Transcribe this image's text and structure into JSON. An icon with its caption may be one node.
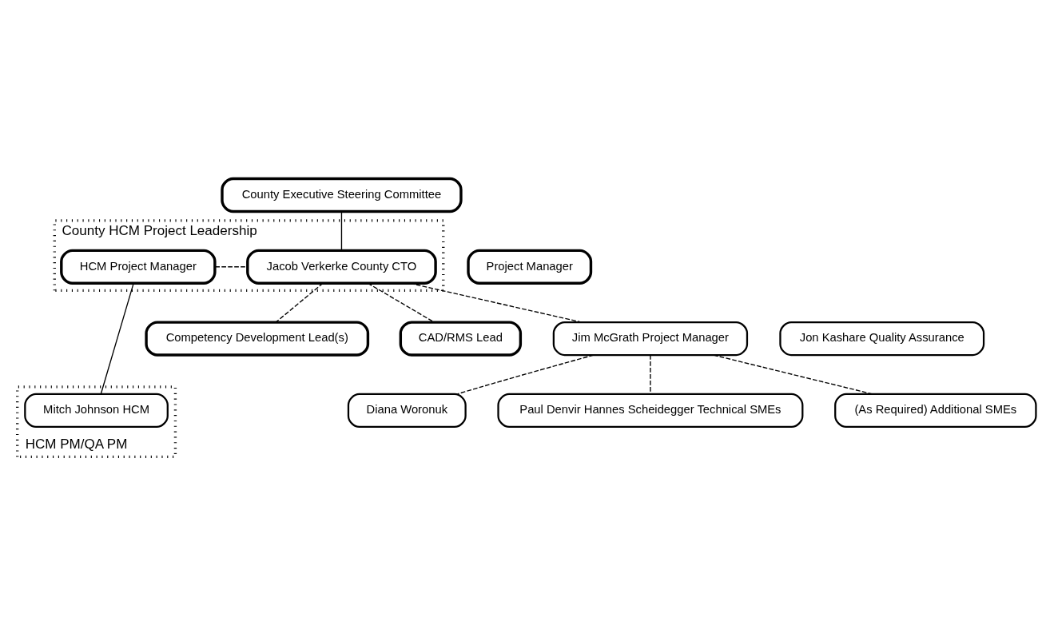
{
  "diagram": {
    "nodes": [
      {
        "text": [
          "County Executive Steering Committee"
        ]
      },
      {
        "text": [
          "County HCM Project Leadership"
        ]
      },
      {
        "text": [
          "HCM Project Manager"
        ],
        "in": 1
      },
      {
        "text": [
          "Jacob Verkerke County CTO"
        ],
        "in": 1
      },
      {
        "text": [
          "Project Manager"
        ]
      },
      {
        "text": [
          "Competency Development Lead(s)"
        ]
      },
      {
        "text": [
          "CAD/RMS Lead"
        ]
      },
      {
        "text": [
          "Jim McGrath Project Manager"
        ]
      },
      {
        "text": [
          "Jon Kashare Quality Assurance"
        ]
      },
      {
        "text": [
          "HCM PM/QA PM"
        ]
      },
      {
        "text": [
          "Mitch Johnson HCM"
        ],
        "in": 9
      },
      {
        "text": [
          "Diana Woronuk"
        ]
      },
      {
        "text": [
          "Paul Denvir Hannes Scheidegger Technical SMEs"
        ]
      },
      {
        "text": [
          "(As Required) Additional SMEs"
        ]
      }
    ],
    "edges": [
      {
        "from": 0,
        "to": 3,
        "arrow": "none"
      },
      {
        "from": 2,
        "to": 3,
        "arrow": "none",
        "style": "dashed"
      },
      {
        "from": 3,
        "to": 5,
        "arrow": "none",
        "style": "dashed"
      },
      {
        "from": 3,
        "to": 6,
        "arrow": "none",
        "style": "dashed"
      },
      {
        "from": 3,
        "to": 7,
        "arrow": "none",
        "style": "dashed"
      },
      {
        "from": 2,
        "to": 10,
        "arrow": "none"
      },
      {
        "from": 7,
        "to": 11,
        "arrow": "none",
        "style": "dashed"
      },
      {
        "from": 7,
        "to": 12,
        "arrow": "none",
        "style": "dashed"
      },
      {
        "from": 7,
        "to": 13,
        "arrow": "none",
        "style": "dashed"
      }
    ]
  }
}
